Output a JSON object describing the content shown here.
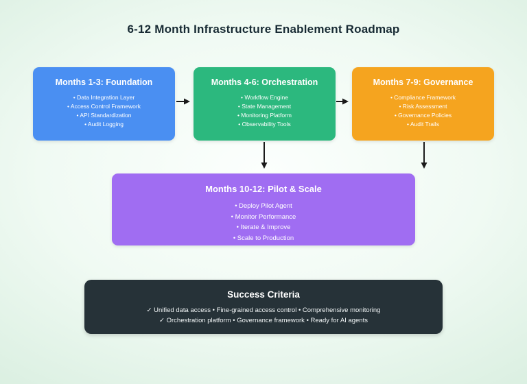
{
  "title": "6-12 Month Infrastructure Enablement Roadmap",
  "colors": {
    "foundation": "#4a8ff2",
    "orchestration": "#2cb87e",
    "governance": "#f5a41f",
    "pilot_scale": "#a06df2",
    "success_panel": "#263238",
    "arrow": "#1a1a1a"
  },
  "phases": [
    {
      "title": "Months 1-3: Foundation",
      "items": [
        "• Data Integration Layer",
        "• Access Control Framework",
        "• API Standardization",
        "• Audit Logging"
      ]
    },
    {
      "title": "Months 4-6: Orchestration",
      "items": [
        "• Workflow Engine",
        "• State Management",
        "• Monitoring Platform",
        "• Observability Tools"
      ]
    },
    {
      "title": "Months 7-9: Governance",
      "items": [
        "• Compliance Framework",
        "• Risk Assessment",
        "• Governance Policies",
        "• Audit Trails"
      ]
    }
  ],
  "pilot": {
    "title": "Months 10-12: Pilot & Scale",
    "items": [
      "• Deploy Pilot Agent",
      "• Monitor Performance",
      "• Iterate & Improve",
      "• Scale to Production"
    ]
  },
  "success": {
    "title": "Success Criteria",
    "lines": [
      "✓ Unified data access • Fine-grained access control • Comprehensive monitoring",
      "✓ Orchestration platform • Governance framework • Ready for AI agents"
    ]
  }
}
